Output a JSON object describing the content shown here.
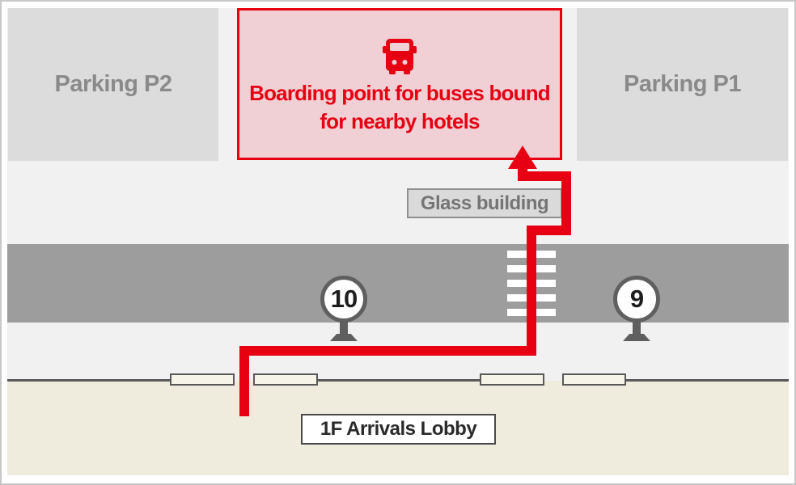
{
  "theme": {
    "accent_red": "#e60012",
    "pink_bg": "#f0d0d5",
    "area_gray": "#dcdcdc",
    "road_gray": "#9d9d9d",
    "lobby_beige": "#efecdd",
    "line_dark": "#595959",
    "muted_text": "#8a8a8a",
    "content_bg": "#f1f1f2",
    "frame_border": "#c8c8c8",
    "label_gray_bg": "#dadada",
    "label_gray_border": "#8f8f8f",
    "label_gray_text": "#757575",
    "sign_dark": "#5f5f5f",
    "ink": "#1d1d1d",
    "door_fill": "#f6f3e8",
    "stripe_white": "#ffffff"
  },
  "icons": {
    "bus": "bus-front-icon",
    "arrow": "route-arrow-up-icon"
  },
  "map": {
    "parking_p2": "Parking P2",
    "parking_p1": "Parking P1",
    "boarding_line1": "Boarding point for buses bound",
    "boarding_line2": "for nearby hotels",
    "glass_building": "Glass building",
    "arrivals_lobby": "1F Arrivals Lobby",
    "bus_stops": [
      {
        "number": "10"
      },
      {
        "number": "9"
      }
    ]
  }
}
